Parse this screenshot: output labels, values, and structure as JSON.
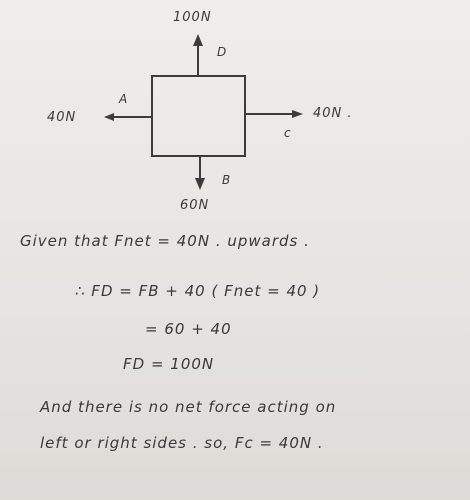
{
  "diagram": {
    "force_top": "100N",
    "force_left": "40N",
    "force_right": "40N .",
    "force_bottom": "60N",
    "label_A": "A",
    "label_B": "B",
    "label_C": "c",
    "label_D": "D"
  },
  "text": {
    "line1": "Given that Fnet = 40N . upwards .",
    "line2": "∴ FD = FB + 40   ( Fnet = 40 )",
    "line3": "= 60 + 40",
    "line4": "FD = 100N",
    "line5": "And there is no net force acting on",
    "line6": "left or right sides . so, Fc = 40N ."
  }
}
